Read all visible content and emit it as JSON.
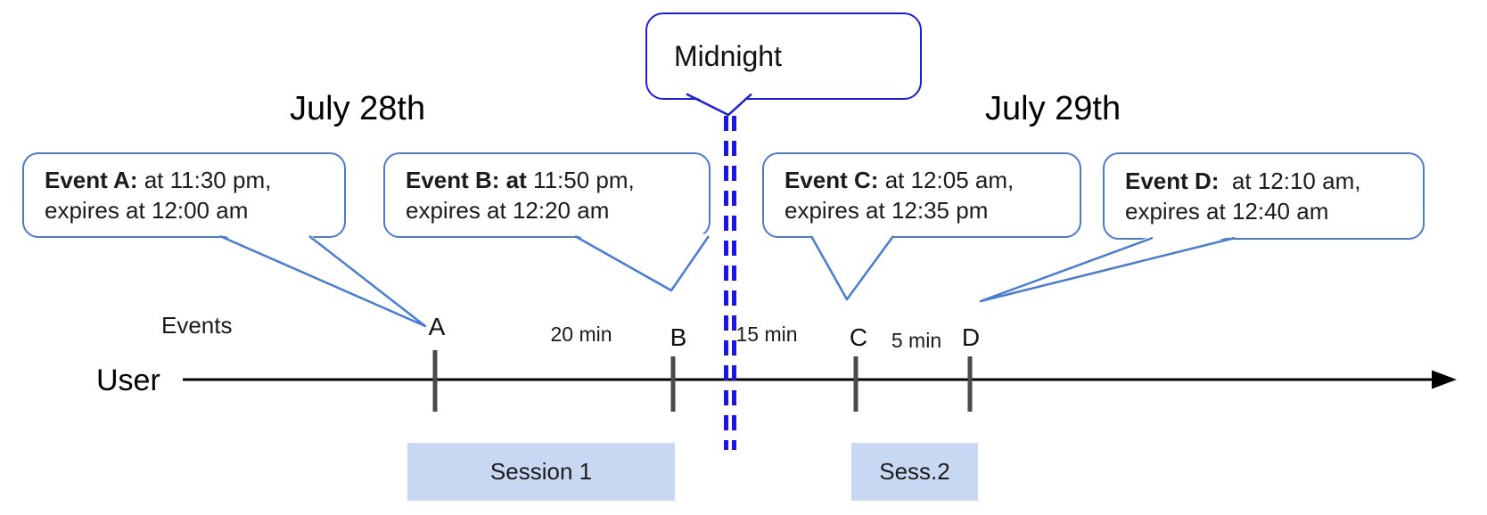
{
  "diagram": {
    "dates": {
      "left": "July 28th",
      "right": "July 29th"
    },
    "midnight_label": "Midnight",
    "axis": {
      "events_label": "Events",
      "user_label": "User"
    },
    "events": [
      {
        "letter": "A",
        "bold": "Event A:",
        "rest": " at 11:30 pm,",
        "line2": "expires at 12:00 am"
      },
      {
        "letter": "B",
        "bold": "Event B: at",
        "rest": " 11:50 pm,",
        "line2": "expires at 12:20 am"
      },
      {
        "letter": "C",
        "bold": "Event C:",
        "rest": " at 12:05 am,",
        "line2": "expires at 12:35 pm"
      },
      {
        "letter": "D",
        "bold": "Event D:",
        "rest": "  at 12:10 am,",
        "line2": "expires at 12:40 am"
      }
    ],
    "intervals": [
      "20 min",
      "15 min",
      "5 min"
    ],
    "sessions": [
      "Session 1",
      "Sess.2"
    ],
    "colors": {
      "bubble_border": "#4a7cd0",
      "midnight_border": "#1e1ed2",
      "midnight_dashes": "#1a16ea",
      "session_fill": "#c9d8f2",
      "tick": "#4a4a4a",
      "timeline": "#000000"
    }
  }
}
